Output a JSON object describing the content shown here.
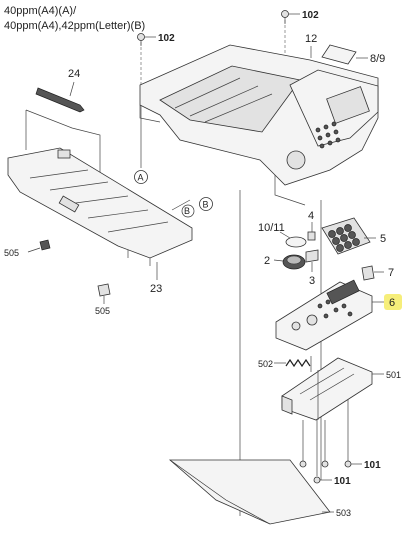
{
  "header": {
    "line1": "40ppm(A4)(A)/",
    "line2": "40ppm(A4),42ppm(Letter)(B)"
  },
  "labels": {
    "screw_top": "102",
    "screw_left": "102",
    "top_cover_ref": "12",
    "panel_sheet": "8/9",
    "hinge_part": "24",
    "ref_a": "A",
    "ref_b": "B",
    "ref_b_circle": "B",
    "lcd_cover": "10/11",
    "key_post": "4",
    "keypad": "5",
    "dial": "2",
    "dial_holder": "3",
    "bracket": "7",
    "control_pcb": "6",
    "tray": "23",
    "clip_left": "505",
    "clip_bottom": "505",
    "spring": "502",
    "base_frame": "501",
    "screw_bl": "101",
    "screw_br": "101",
    "screw_bottom": "101",
    "sheet": "503"
  },
  "highlight_color": "#f6ee7a"
}
